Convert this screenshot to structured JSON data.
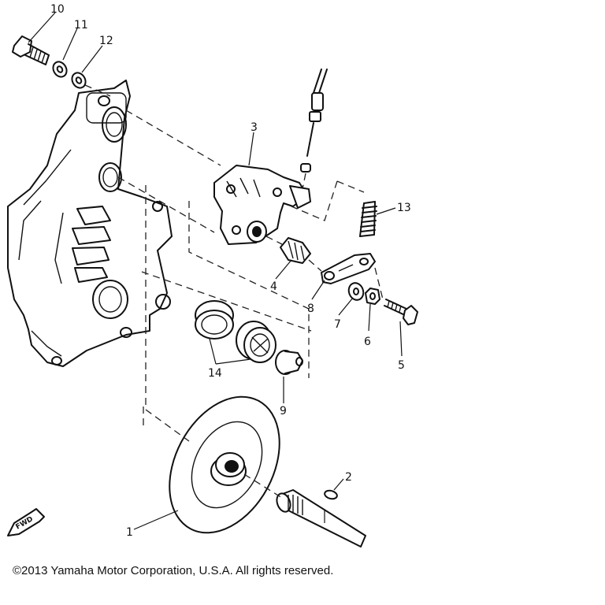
{
  "diagram": {
    "part_labels": [
      "1",
      "2",
      "3",
      "4",
      "5",
      "6",
      "7",
      "8",
      "9",
      "10",
      "11",
      "12",
      "13",
      "14"
    ],
    "direction_tag": "FWD"
  },
  "footer": {
    "copyright": "©2013 Yamaha Motor Corporation, U.S.A. All rights reserved."
  }
}
